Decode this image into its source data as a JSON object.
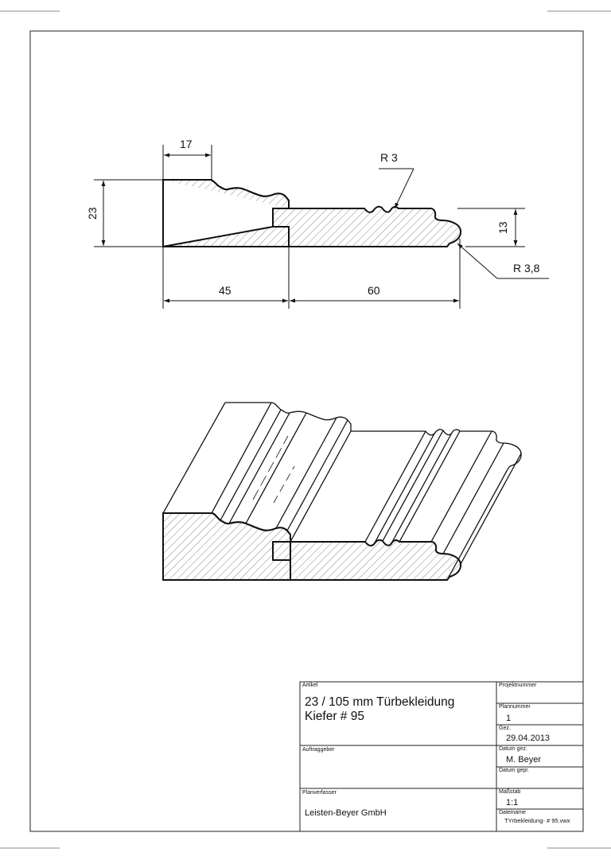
{
  "drawing": {
    "dims": {
      "w17": "17",
      "h23": "23",
      "r3": "R 3",
      "h13": "13",
      "r38": "R 3,8",
      "w45": "45",
      "w60": "60"
    }
  },
  "title_block": {
    "artikel_label": "Artikel",
    "title_line1": "23 / 105 mm Türbekleidung",
    "title_line2": "Kiefer # 95",
    "projektnummer_label": "Projektnummer",
    "projektnummer_value": "",
    "plannummer_label": "Plannummer",
    "plannummer_value": "1",
    "gez_label": "Gez.",
    "gez_value": "29.04.2013",
    "auftraggeber_label": "Auftraggeber",
    "auftraggeber_value": "",
    "datum_gez_label": "Datum gez.",
    "datum_gez_value": "M. Beyer",
    "datum_gepr_label": "Datum gepr.",
    "datum_gepr_value": "",
    "planverfasser_label": "Planverfasser",
    "planverfasser_value": "Leisten-Beyer GmbH",
    "massstab_label": "Maßstab",
    "massstab_value": "1:1",
    "dateiname_label": "Dateiname",
    "dateiname_value": "TYrbekleidung- # 95.vwx"
  }
}
